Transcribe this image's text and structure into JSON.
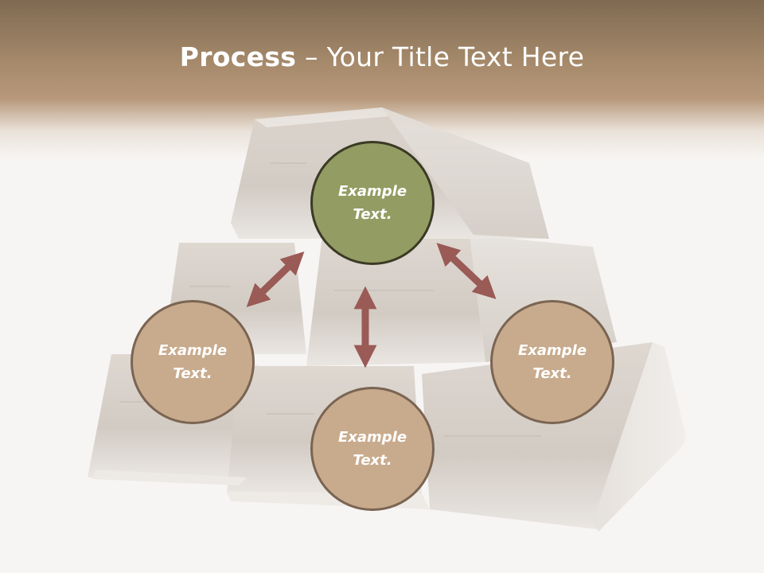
{
  "title": {
    "bold": "Process",
    "rest": " – Your Title Text Here"
  },
  "nodes": {
    "top": {
      "text": "Example\nText.",
      "color": "#939c63"
    },
    "left": {
      "text": "Example\nText.",
      "color": "#c8ab8d"
    },
    "bottom": {
      "text": "Example\nText.",
      "color": "#c8ab8d"
    },
    "right": {
      "text": "Example\nText.",
      "color": "#c8ab8d"
    }
  },
  "colors": {
    "arrow": "#9a5a55",
    "header": "#a68a6b",
    "circle_border": "#7a6452",
    "accent_circle_border": "#3b3a24"
  }
}
